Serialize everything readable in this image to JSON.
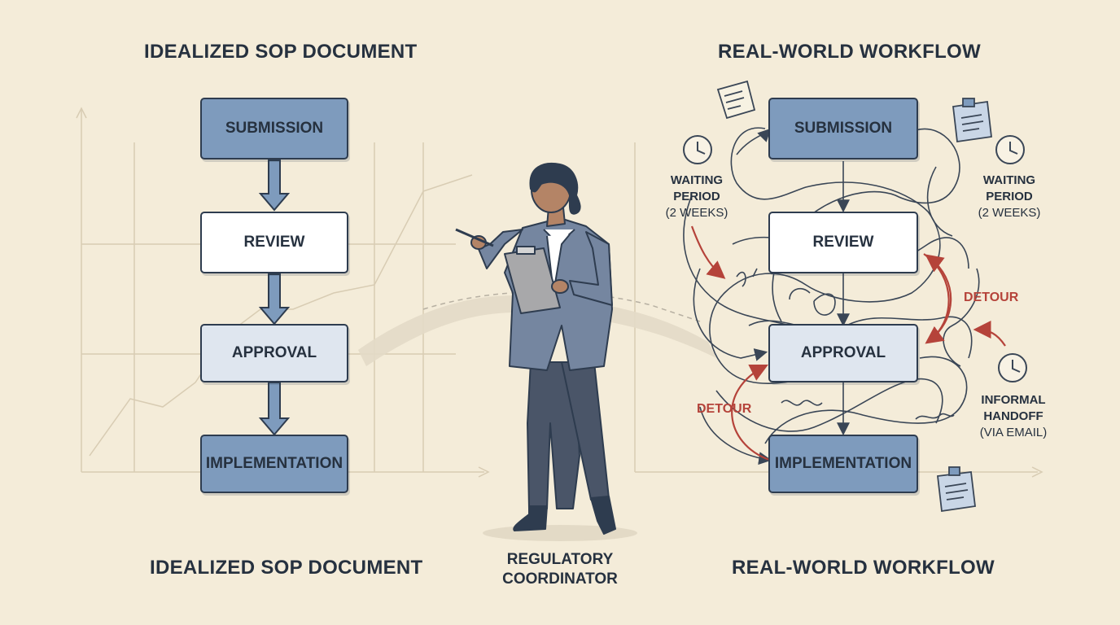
{
  "left": {
    "heading": "IDEALIZED SOP DOCUMENT",
    "footer": "IDEALIZED SOP DOCUMENT",
    "steps": [
      "SUBMISSION",
      "REVIEW",
      "APPROVAL",
      "IMPLEMENTATION"
    ]
  },
  "center": {
    "caption_line1": "REGULATORY",
    "caption_line2": "COORDINATOR"
  },
  "right": {
    "heading": "REAL-WORLD WORKFLOW",
    "footer": "REAL-WORLD WORKFLOW",
    "steps": [
      "SUBMISSION",
      "REVIEW",
      "APPROVAL",
      "IMPLEMENTATION"
    ],
    "waiting_left": {
      "line1": "WAITING",
      "line2": "PERIOD",
      "line3": "(2 WEEKS)"
    },
    "waiting_right": {
      "line1": "WAITING",
      "line2": "PERIOD",
      "line3": "(2 WEEKS)"
    },
    "detour_right": "DETOUR",
    "detour_left": "DETOUR",
    "handoff": {
      "line1": "INFORMAL",
      "line2": "HANDOFF",
      "line3": "(VIA EMAIL)"
    }
  },
  "colors": {
    "background": "#f4ecd9",
    "box_dark": "#7e9bbd",
    "box_light": "#dfe6ef",
    "outline": "#2e3c4f",
    "detour_red": "#b5433a"
  },
  "icons": [
    "clock-icon",
    "sticky-note-icon",
    "clipboard-icon",
    "pen-icon"
  ]
}
